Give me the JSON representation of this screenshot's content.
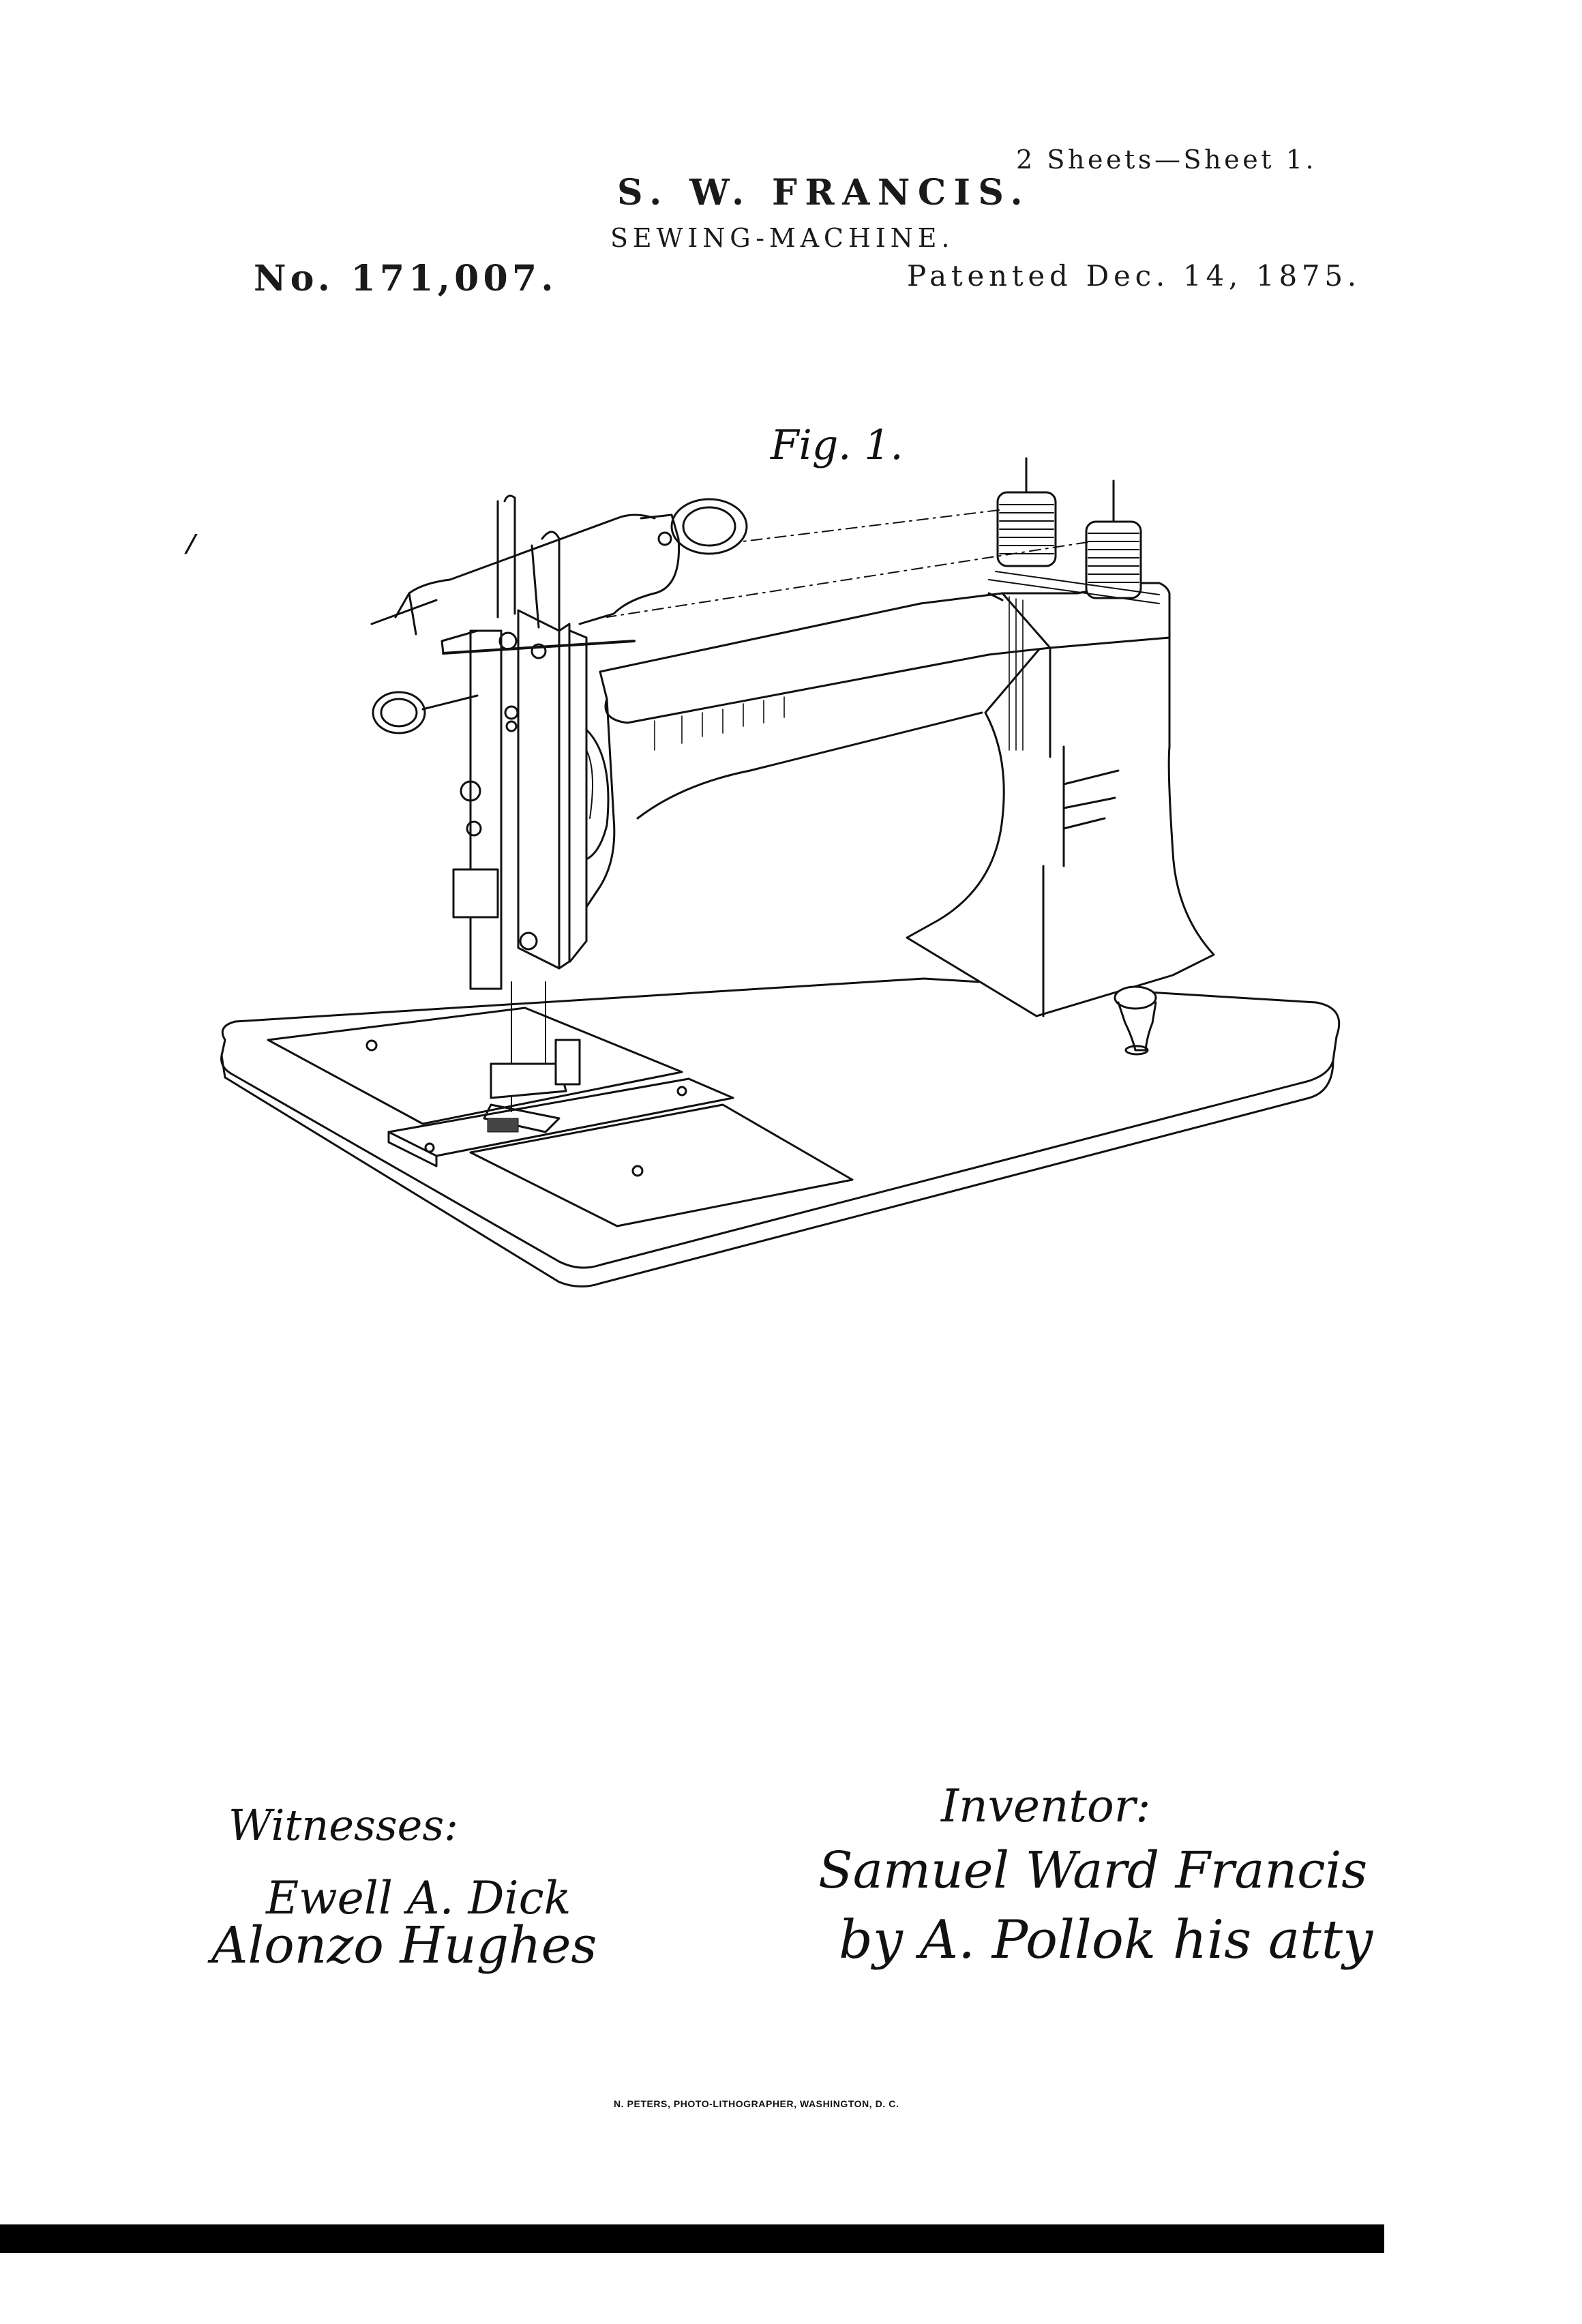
{
  "header": {
    "sheet_info": "2 Sheets—Sheet 1.",
    "inventor": "S. W. FRANCIS.",
    "title": "SEWING-MACHINE.",
    "patent_number": "No. 171,007.",
    "patent_date": "Patented Dec. 14, 1875."
  },
  "figure": {
    "label": "Fig. 1.",
    "subject": "sewing-machine perspective drawing"
  },
  "signatures": {
    "witnesses_label": "Witnesses:",
    "witnesses": [
      "Ewell A. Dick",
      "Alonzo Hughes"
    ],
    "inventor_label": "Inventor:",
    "inventor_name": "Samuel Ward Francis",
    "attorney": "by A. Pollok his atty"
  },
  "footer": {
    "lithographer": "N. PETERS, PHOTO-LITHOGRAPHER, WASHINGTON, D. C."
  },
  "colors": {
    "ink": "#111111",
    "paper": "#ffffff",
    "bar": "#000000"
  }
}
